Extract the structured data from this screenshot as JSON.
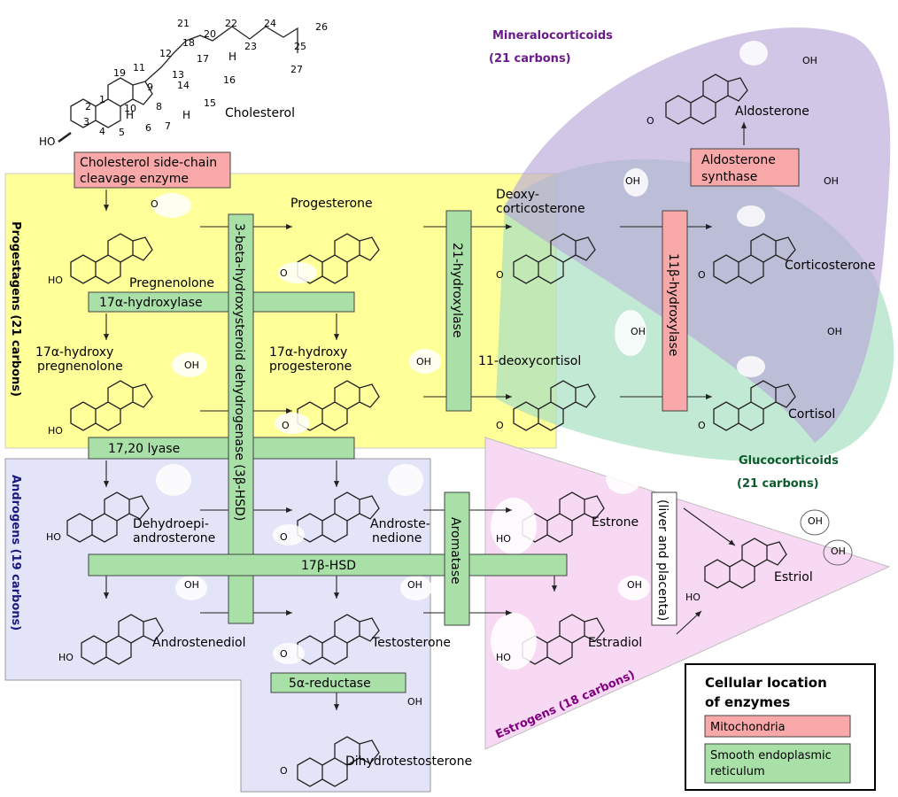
{
  "regions": {
    "progestagens": {
      "label": "Progestagens (21 carbons)",
      "color": "#ffff99"
    },
    "androgens": {
      "label": "Androgens (19 carbons)",
      "color": "#e0e0f8"
    },
    "estrogens": {
      "label": "Estrogens (18 carbons)",
      "color": "#f8d8f0"
    },
    "mineralocorticoids": {
      "label1": "Mineralocorticoids",
      "label2": "(21 carbons)",
      "color": "#b8a8d8"
    },
    "glucocorticoids": {
      "label1": "Glucocorticoids",
      "label2": "(21 carbons)",
      "color": "#a8e0c0"
    }
  },
  "molecules": {
    "cholesterol": "Cholesterol",
    "pregnenolone": "Pregnenolone",
    "progesterone": "Progesterone",
    "deoxycorticosterone_1": "Deoxy-",
    "deoxycorticosterone_2": "corticosterone",
    "corticosterone": "Corticosterone",
    "aldosterone": "Aldosterone",
    "hydroxypregnenolone_1": "17α-hydroxy",
    "hydroxypregnenolone_2": "pregnenolone",
    "hydroxyprogesterone_1": "17α-hydroxy",
    "hydroxyprogesterone_2": "progesterone",
    "deoxycortisol": "11-deoxycortisol",
    "cortisol": "Cortisol",
    "dhea_1": "Dehydroepi-",
    "dhea_2": "androsterone",
    "androstenedione_1": "Androste-",
    "androstenedione_2": "nedione",
    "estrone": "Estrone",
    "estriol": "Estriol",
    "androstenediol": "Androstenediol",
    "testosterone": "Testosterone",
    "estradiol": "Estradiol",
    "dht": "Dihydrotestosterone"
  },
  "enzymes": {
    "scc_1": "Cholesterol side-chain",
    "scc_2": "cleavage enzyme",
    "hydroxylase17": "17α-hydroxylase",
    "lyase": "17,20 lyase",
    "hsd3b": "3-beta-hydroxysteroid dehydrogenase (3β-HSD)",
    "hydroxylase21": "21-hydroxylase",
    "hydroxylase11": "11β-hydroxylase",
    "aldosterone_synthase_1": "Aldosterone",
    "aldosterone_synthase_2": "synthase",
    "hsd17b": "17β-HSD",
    "aromatase": "Aromatase",
    "reductase": "5α-reductase",
    "liver": "(liver and placenta)"
  },
  "carbon_numbers": [
    "1",
    "2",
    "3",
    "4",
    "5",
    "6",
    "7",
    "8",
    "9",
    "10",
    "11",
    "12",
    "13",
    "14",
    "15",
    "16",
    "17",
    "18",
    "19",
    "20",
    "21",
    "22",
    "23",
    "24",
    "25",
    "26",
    "27"
  ],
  "groups": {
    "ho": "HO",
    "h": "H",
    "o": "O",
    "oh": "OH"
  },
  "legend": {
    "title1": "Cellular location",
    "title2": "of enzymes",
    "mito": "Mitochondria",
    "er1": "Smooth endoplasmic",
    "er2": "reticulum",
    "mito_color": "#f8a8a8",
    "er_color": "#a8e0a8"
  }
}
